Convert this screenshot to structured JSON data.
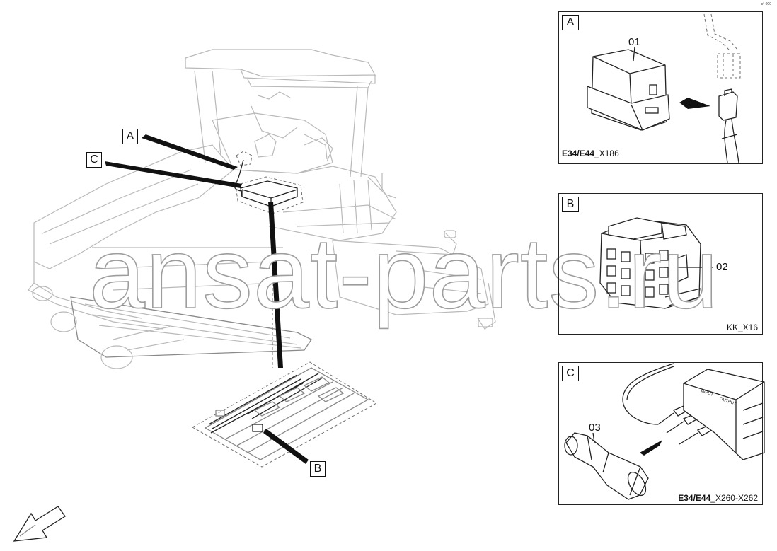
{
  "watermark": "ansat-parts.ru",
  "corner_mark": "s° 000",
  "callouts": {
    "a": "A",
    "b": "B",
    "c": "C"
  },
  "panels": {
    "a": {
      "tag": "A",
      "part": "01",
      "caption_bold": "E34/E44",
      "caption_rest": "_X186"
    },
    "b": {
      "tag": "B",
      "part": "02",
      "caption_bold": "",
      "caption_rest": "KK_X16"
    },
    "c": {
      "tag": "C",
      "part": "03",
      "caption_bold": "E34/E44",
      "caption_rest": "_X260-X262",
      "module_label_input": "INPUT",
      "module_label_output": "OUTPUT"
    }
  }
}
